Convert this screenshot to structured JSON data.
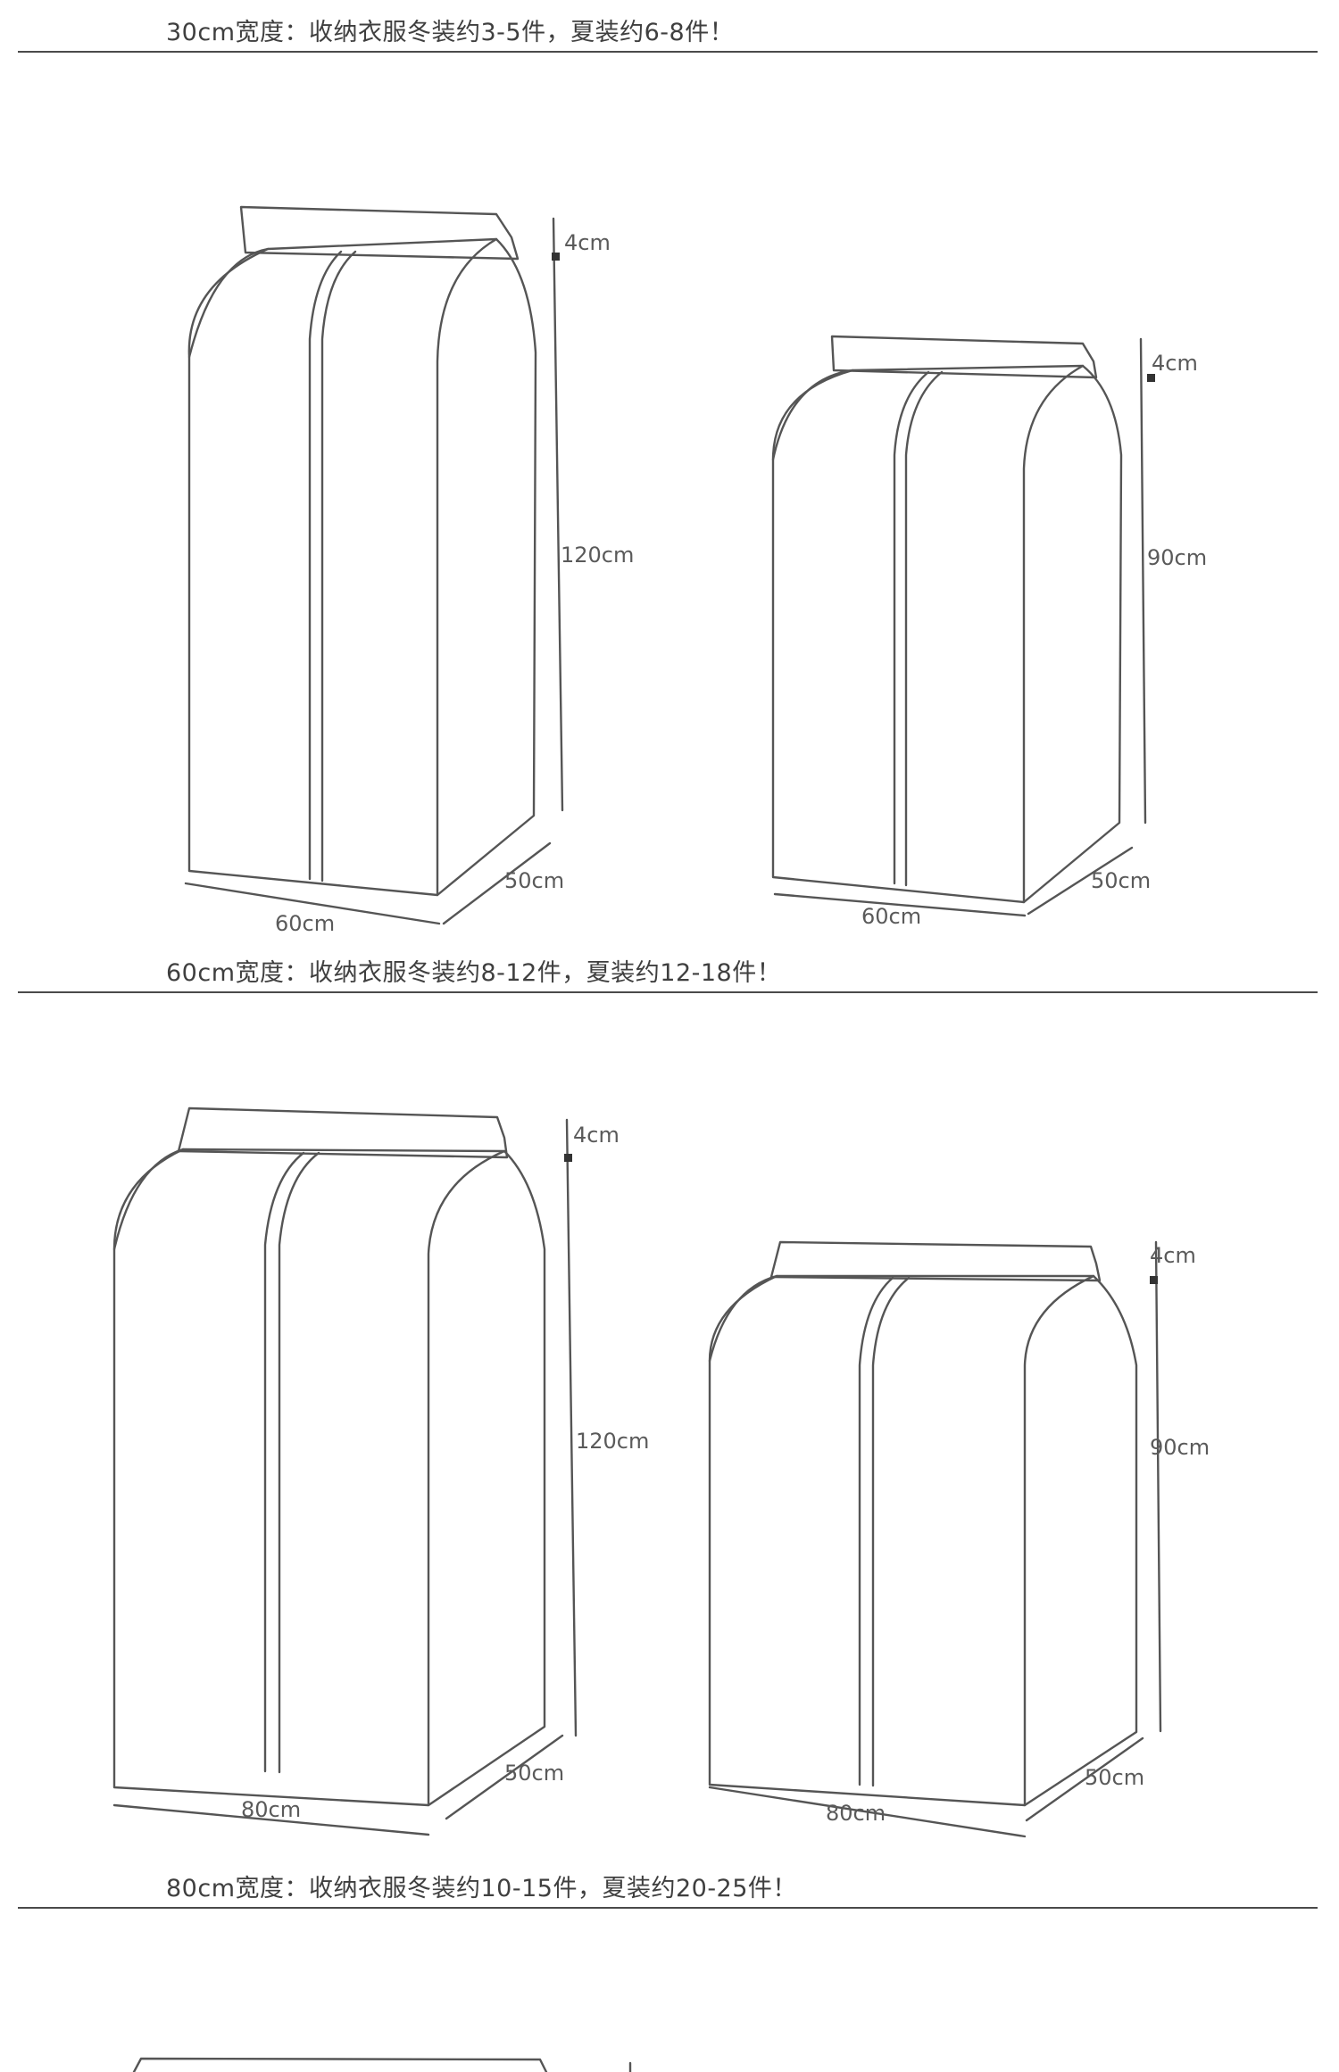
{
  "captions": {
    "c30": "30cm宽度：收纳衣服冬装约3-5件，夏装约6-8件！",
    "c60": "60cm宽度：收纳衣服冬装约8-12件，夏装约12-18件！",
    "c80": "80cm宽度：收纳衣服冬装约10-15件，夏装约20-25件！"
  },
  "bags": [
    {
      "width": "60cm",
      "depth": "50cm",
      "height": "120cm",
      "top": "4cm"
    },
    {
      "width": "60cm",
      "depth": "50cm",
      "height": "90cm",
      "top": "4cm"
    },
    {
      "width": "80cm",
      "depth": "50cm",
      "height": "120cm",
      "top": "4cm"
    },
    {
      "width": "80cm",
      "depth": "50cm",
      "height": "90cm",
      "top": "4cm"
    }
  ],
  "colors": {
    "line": "#555555",
    "rule": "#4a4a4a",
    "text": "#3f3f3f"
  }
}
